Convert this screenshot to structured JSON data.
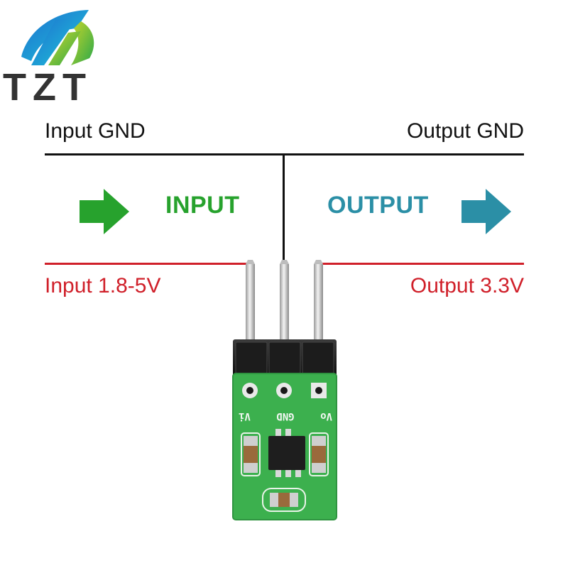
{
  "brand": {
    "name": "TZT"
  },
  "labels": {
    "input_gnd": "Input GND",
    "output_gnd": "Output GND",
    "input_voltage": "Input 1.8-5V",
    "output_voltage": "Output 3.3V",
    "input": "INPUT",
    "output": "OUTPUT"
  },
  "board": {
    "silk_vi": "Vi",
    "silk_gnd": "GND",
    "silk_vo": "Vo"
  },
  "colors": {
    "input_green": "#27a22d",
    "output_teal": "#2b8fa6",
    "voltage_red": "#d0202a",
    "pcb_green": "#3cb04e"
  }
}
